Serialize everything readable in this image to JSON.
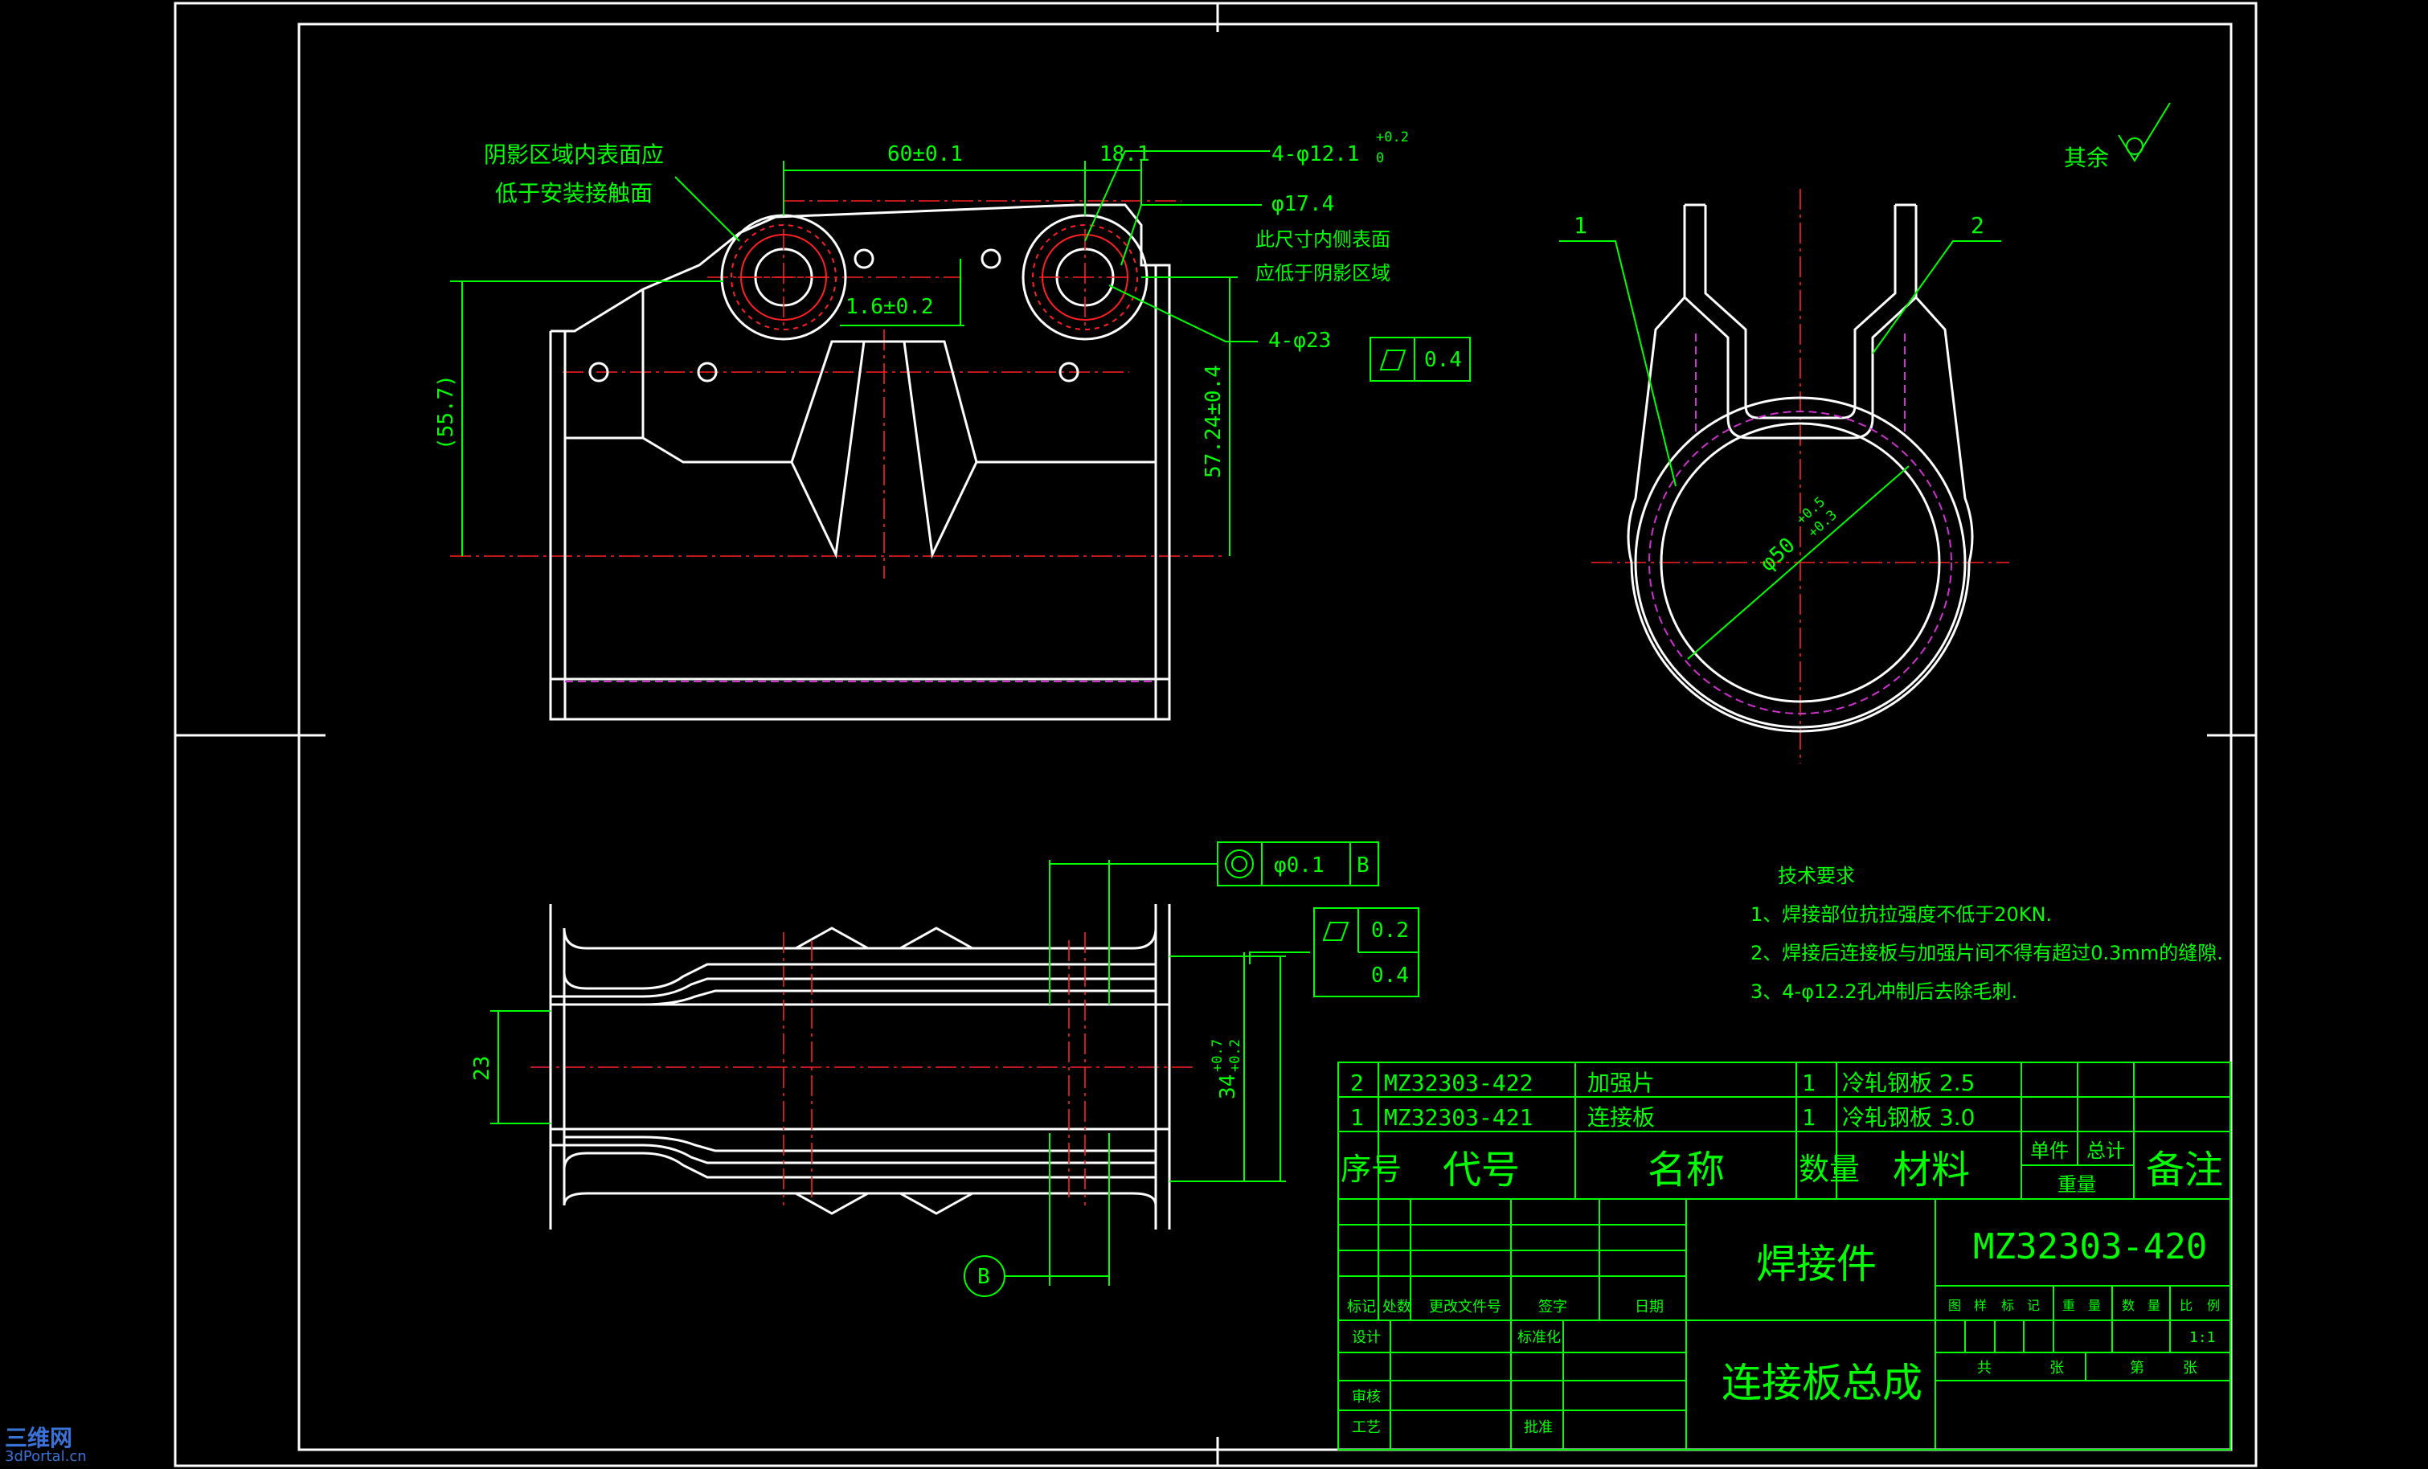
{
  "drawing": {
    "front_view": {
      "note_shadow": [
        "阴影区域内表面应",
        "低于安装接触面"
      ],
      "dim_60": "60±0.1",
      "dim_18": "18.1",
      "dim_hole_main": "4-φ12.1",
      "dim_hole_main_tol_upper": "+0.2",
      "dim_hole_main_tol_lower": "0",
      "dim_phi17": "φ17.4",
      "note_inside": [
        "此尺寸内侧表面",
        "应低于阴影区域"
      ],
      "dim_hole_23": "4-φ23",
      "flatness_value": "0.4",
      "dim_1_6": "1.6±0.2",
      "dim_55": "(55.7)",
      "dim_57": "57.24±0.4"
    },
    "side_view": {
      "balloon_1": "1",
      "balloon_2": "2",
      "dim_phi50": "φ50",
      "dim_phi50_tol_upper": "+0.5",
      "dim_phi50_tol_lower": "+0.3"
    },
    "roughness_note": "其余",
    "top_view": {
      "position_value": "φ0.1",
      "position_datum": "B",
      "flat_value_1": "0.2",
      "flat_value_2": "0.4",
      "dim_23": "23",
      "dim_34": "34",
      "dim_34_tol_upper": "+0.7",
      "dim_34_tol_lower": "+0.2",
      "datum_label": "B"
    },
    "tech_req": {
      "title": "技术要求",
      "items": [
        "1、焊接部位抗拉强度不低于20KN.",
        "2、焊接后连接板与加强片间不得有超过0.3mm的缝隙.",
        "3、4-φ12.2孔冲制后去除毛刺."
      ]
    },
    "parts_list": {
      "rows": [
        {
          "no": "2",
          "code": "MZ32303-422",
          "name": "加强片",
          "qty": "1",
          "material": "冷轧钢板 2.5"
        },
        {
          "no": "1",
          "code": "MZ32303-421",
          "name": "连接板",
          "qty": "1",
          "material": "冷轧钢板 3.0"
        }
      ],
      "header": {
        "no": "序号",
        "code": "代号",
        "name": "名称",
        "qty": "数量",
        "material": "材料",
        "unit": "单件",
        "total": "总计",
        "weight": "重量",
        "remark": "备注"
      }
    },
    "title_block": {
      "part_type": "焊接件",
      "drawing_no": "MZ32303-420",
      "part_name": "连接板总成",
      "cols": [
        "标记",
        "处数",
        "更改文件号",
        "签字",
        "日期"
      ],
      "roles": [
        "设计",
        "标准化",
        "审核",
        "工艺",
        "批准"
      ],
      "attr_headers": [
        "图",
        "样",
        "标",
        "记",
        "重",
        "量",
        "数",
        "量",
        "比",
        "例"
      ],
      "scale": "1:1",
      "sheets_total": "共",
      "sheets_total_suffix": "张",
      "sheet_no": "第",
      "sheet_no_suffix": "张"
    }
  },
  "watermark": {
    "line1": "三维网",
    "line2": "3dPortal.cn"
  },
  "colors": {
    "background": "#000000",
    "geometry": "#ffffff",
    "annotation": "#00ff00",
    "centerline": "#ff2020",
    "hidden": "#d030d0"
  }
}
